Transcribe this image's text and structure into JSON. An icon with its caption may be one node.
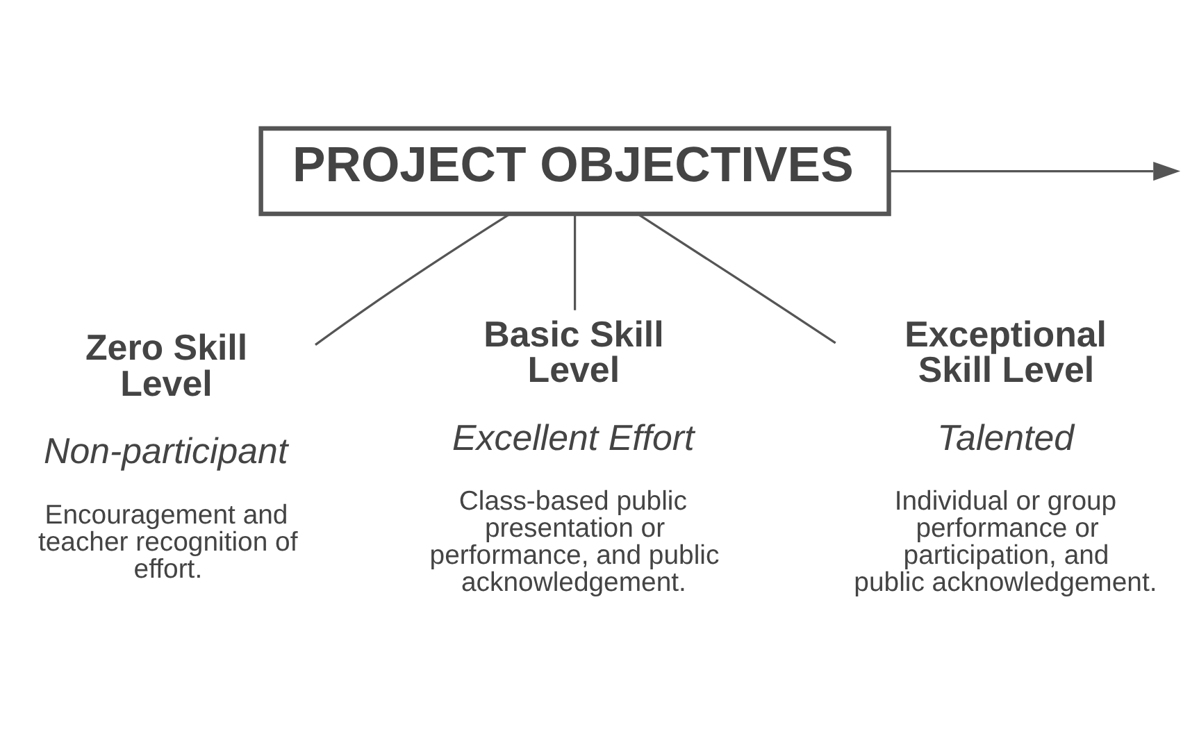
{
  "diagram": {
    "nodes": [
      {
        "text": [
          "PROJECT OBJECTIVES"
        ]
      },
      {
        "text": [
          "Zero Skill Level",
          "Non-participant",
          "Encouragement and teacher recognition of effort."
        ]
      },
      {
        "text": [
          "Basic Skill Level",
          "Excellent Effort",
          "Class-based public presentation or performance, and public acknowledgement."
        ]
      },
      {
        "text": [
          "Exceptional Skill Level",
          "Talented",
          "Individual or group performance or participation, and public acknowledgement."
        ]
      }
    ],
    "edges": [
      {
        "from": 0,
        "to": null,
        "arrow": "to"
      },
      {
        "from": 0,
        "to": 1,
        "arrow": "none"
      },
      {
        "from": 0,
        "to": 2,
        "arrow": "none"
      },
      {
        "from": 0,
        "to": 3,
        "arrow": "none"
      }
    ]
  }
}
